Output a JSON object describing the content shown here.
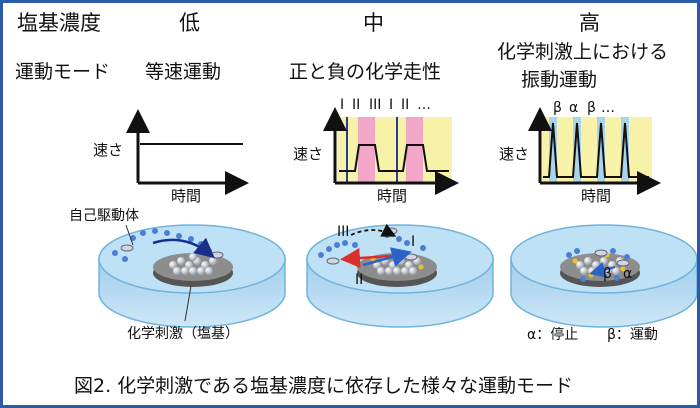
{
  "header": {
    "concentration_label": "塩基濃度",
    "low": "低",
    "mid": "中",
    "high": "高"
  },
  "row_modes": {
    "row_label": "運動モード",
    "low_mode": "等速運動",
    "mid_mode": "正と負の化学走性",
    "high_mode_line1": "化学刺激上における",
    "high_mode_line2": "振動運動"
  },
  "graphs": {
    "ylabel": "速さ",
    "xlabel": "時間",
    "mid_markers": [
      "I",
      "II",
      "III",
      "I",
      "II",
      "…"
    ],
    "high_markers": [
      "β",
      "α",
      "β",
      "…"
    ]
  },
  "dish_labels": {
    "self_propelled": "自己駆動体",
    "chemical_stimulus": "化学刺激（塩基）",
    "mid_III": "III",
    "mid_I": "I",
    "mid_II": "II",
    "high_beta": "β",
    "high_alpha": "α"
  },
  "legend": {
    "alpha_stop": "α：停止",
    "beta_move": "β：運動"
  },
  "caption": "図2. 化学刺激である塩基濃度に依存した様々な運動モード",
  "colors": {
    "border": "#2a5aa8",
    "yellow_band": "#f7f2a8",
    "pink_band": "#f2a6c8",
    "blue_band": "#a9d4ec",
    "dish_water": "#a7d3ee",
    "dish_rim": "#6fb3de"
  }
}
